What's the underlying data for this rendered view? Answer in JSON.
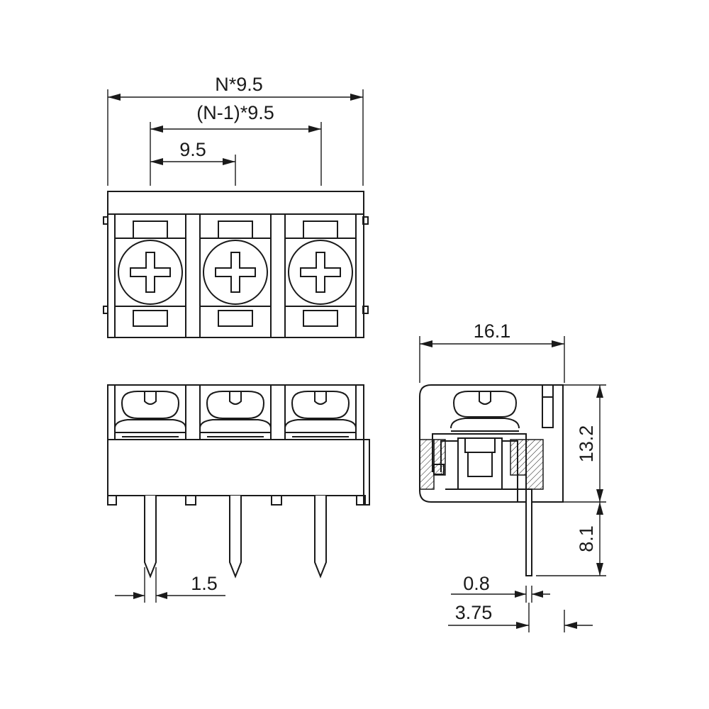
{
  "dimensions": {
    "total_width": "N*9.5",
    "span_width": "(N-1)*9.5",
    "pitch": "9.5",
    "pin_width": "1.5",
    "depth": "16.1",
    "body_height": "13.2",
    "pin_length": "8.1",
    "pin_thickness": "0.8",
    "pin_offset": "3.75"
  },
  "views": [
    "top-view",
    "front-view",
    "side-view"
  ],
  "colors": {
    "line": "#1a1a1a",
    "background": "#ffffff"
  }
}
